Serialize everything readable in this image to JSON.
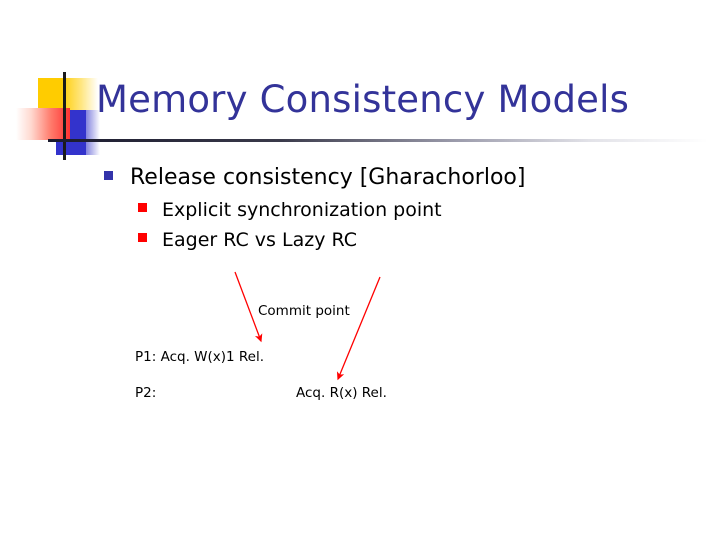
{
  "slide": {
    "title": "Memory Consistency Models",
    "background_color": "#ffffff",
    "title_color": "#333399"
  },
  "decoration": {
    "name": "title-accent-blocks",
    "yellow_color": "#FFCC00",
    "red_color": "#FF3333",
    "blue_color": "#3333CC",
    "line_color": "#1a1a1a"
  },
  "bullets": [
    {
      "level": 1,
      "marker_color": "#3333AA",
      "text": "Release consistency [Gharachorloo]"
    },
    {
      "level": 2,
      "marker_color": "#FF0000",
      "text": "Explicit synchronization point"
    },
    {
      "level": 2,
      "marker_color": "#FF0000",
      "text": "Eager RC vs Lazy RC"
    }
  ],
  "diagram": {
    "arrow_color": "#FF0000",
    "annotation": "Commit point",
    "timelines": [
      {
        "label": "P1:",
        "ops": "Acq. W(x)1 Rel."
      },
      {
        "label": "P2:",
        "ops": "Acq. R(x) Rel."
      }
    ]
  }
}
